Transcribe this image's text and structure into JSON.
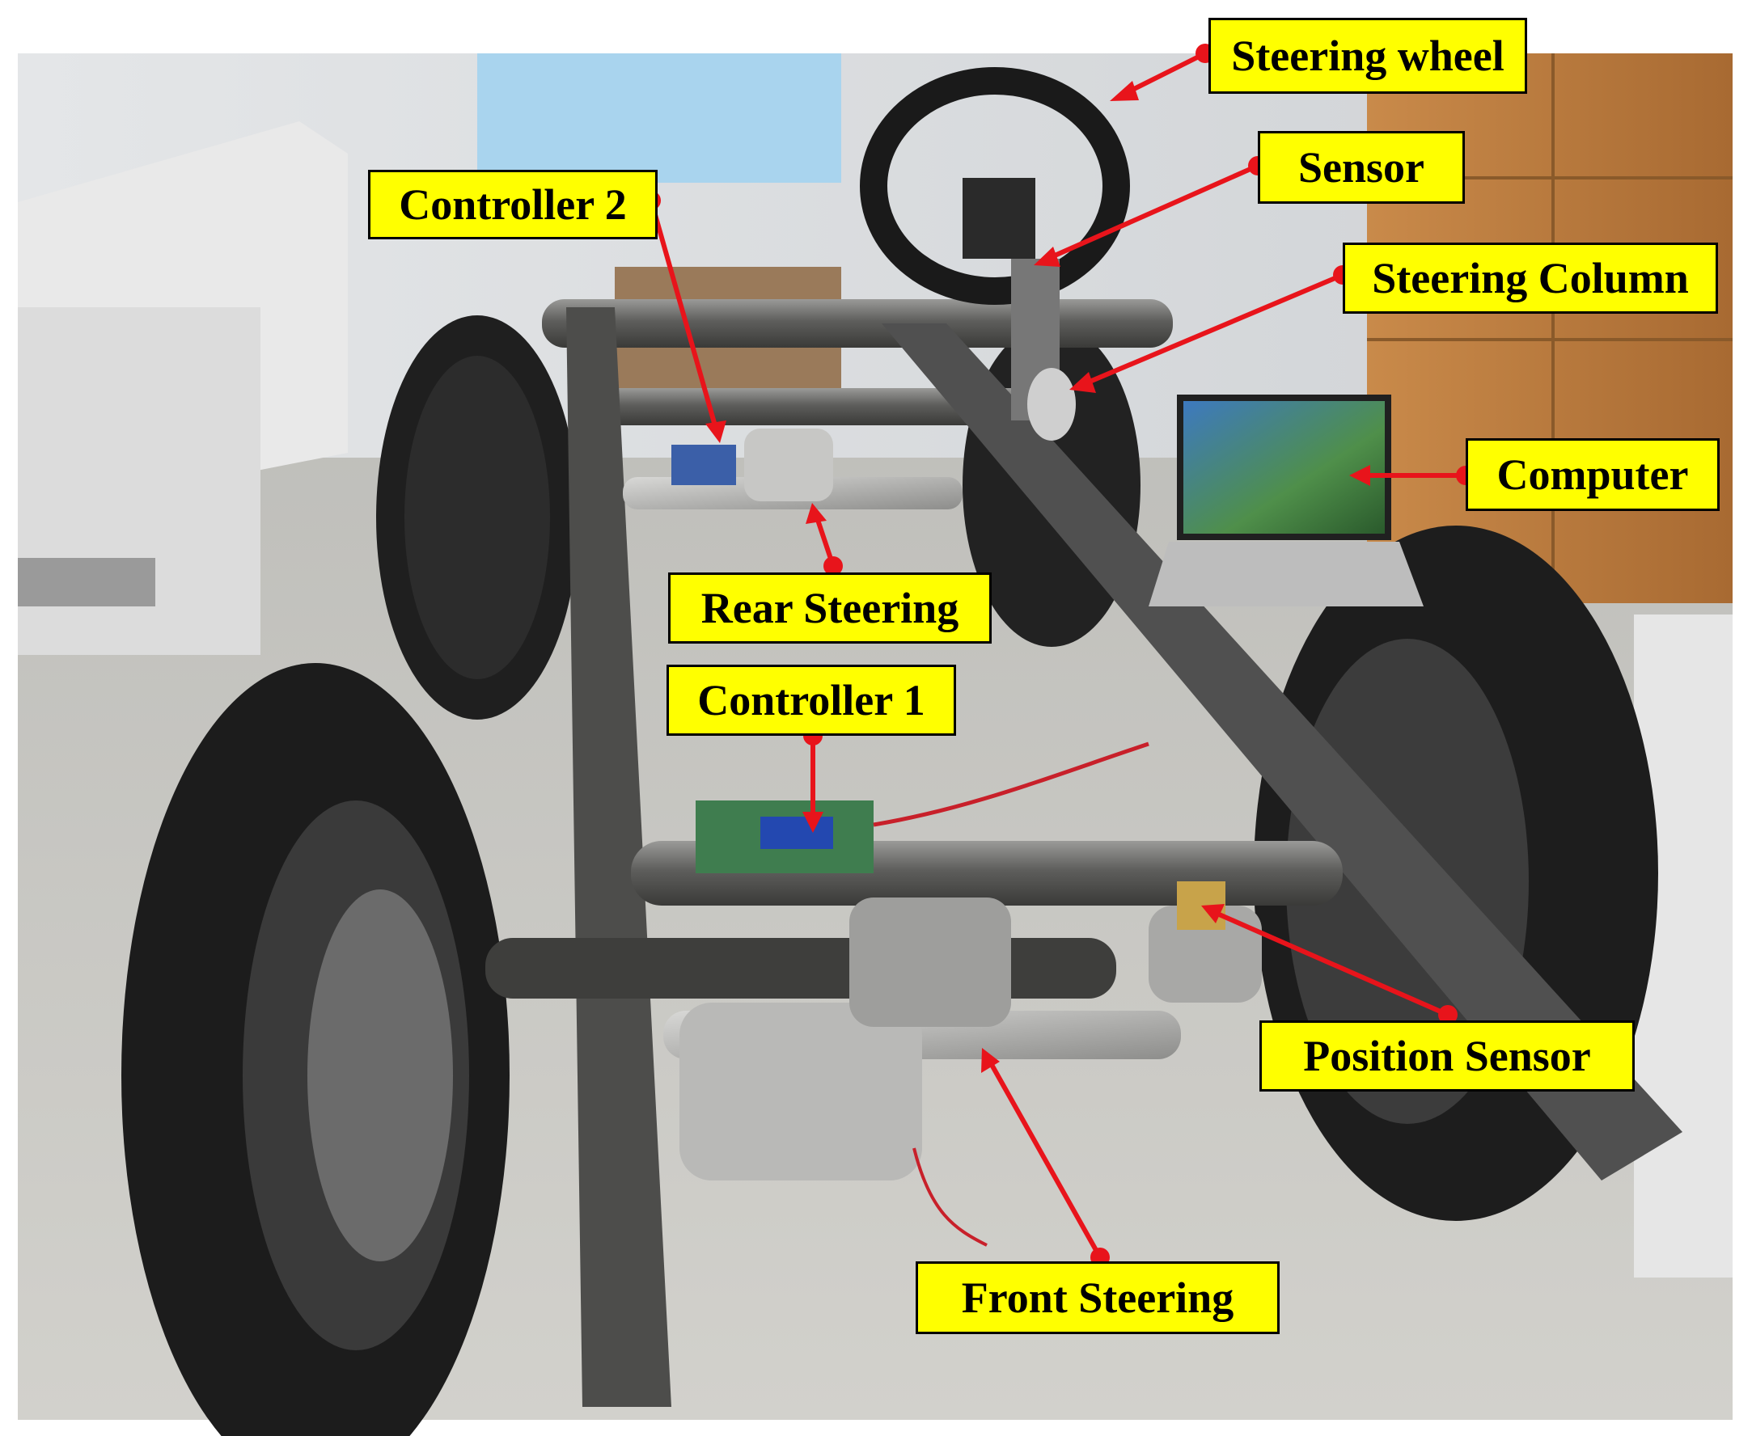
{
  "colors": {
    "label_fill": "#ffff00",
    "label_border": "#000000",
    "arrow": "#e8141b"
  },
  "labels": {
    "steering_wheel": "Steering wheel",
    "sensor": "Sensor",
    "controller_2": "Controller 2",
    "steering_column": "Steering Column",
    "computer": "Computer",
    "rear_steering": "Rear Steering",
    "controller_1": "Controller 1",
    "position_sensor": "Position Sensor",
    "front_steering": "Front Steering"
  }
}
